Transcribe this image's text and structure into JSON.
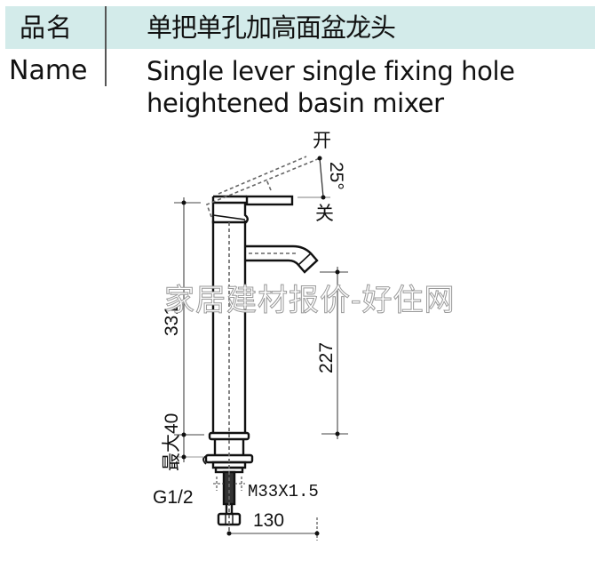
{
  "header": {
    "label_cn": "品名",
    "value_cn": "单把单孔加高面盆龙头",
    "label_en": "Name",
    "value_en_line1": "Single lever single fixing hole",
    "value_en_line2": "heightened basin mixer",
    "band_color": "#d3ebea"
  },
  "drawing": {
    "lever_open_label": "开",
    "lever_closed_label": "关",
    "lever_angle": "25°",
    "total_height": "331",
    "spout_height": "227",
    "max_deck_thickness_label": "最大40",
    "inlet_thread": "G1/2",
    "mount_thread": "M33X1.5",
    "spout_reach": "130"
  },
  "watermark": {
    "text": "家居建材报价-好住网"
  }
}
